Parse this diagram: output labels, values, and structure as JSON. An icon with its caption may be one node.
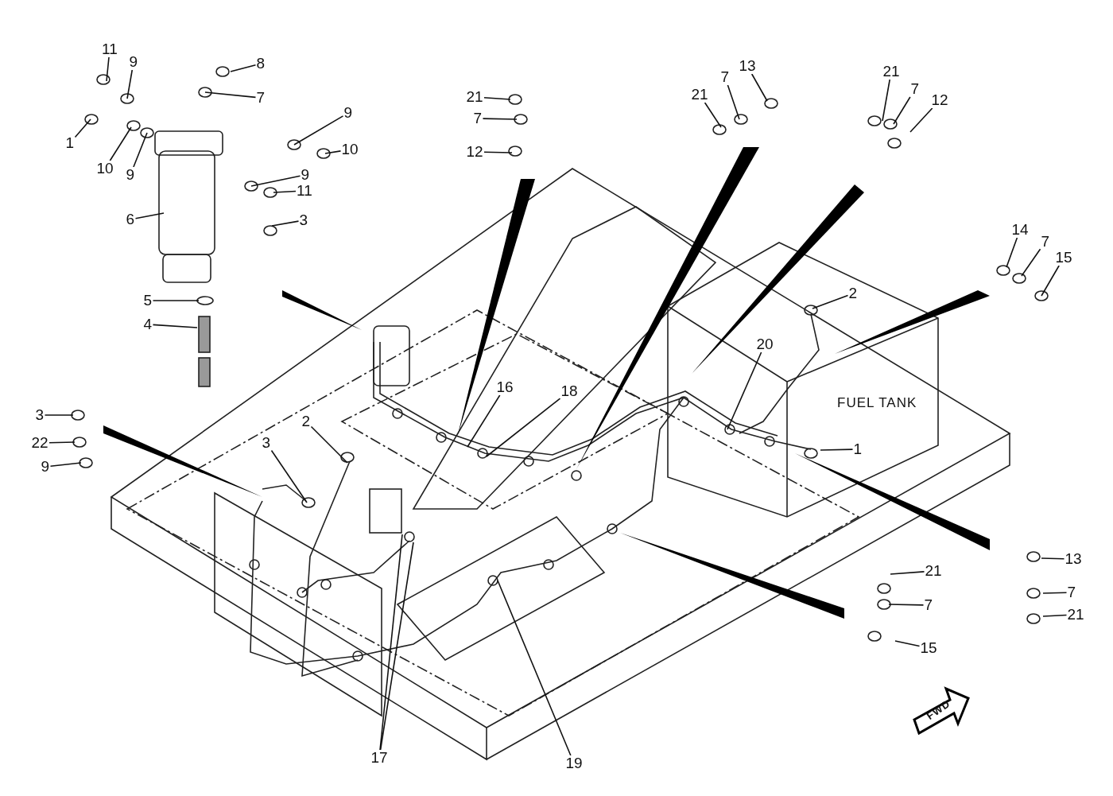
{
  "diagram": {
    "nodes": [
      {
        "text": [
          "11"
        ]
      },
      {
        "text": [
          "9"
        ]
      },
      {
        "text": [
          "8"
        ]
      },
      {
        "text": [
          "7"
        ]
      },
      {
        "text": [
          "1"
        ]
      },
      {
        "text": [
          "10"
        ]
      },
      {
        "text": [
          "9"
        ]
      },
      {
        "text": [
          "9"
        ]
      },
      {
        "text": [
          "10"
        ]
      },
      {
        "text": [
          "9"
        ]
      },
      {
        "text": [
          "11"
        ]
      },
      {
        "text": [
          "3"
        ]
      },
      {
        "text": [
          "6"
        ]
      },
      {
        "text": [
          "5"
        ]
      },
      {
        "text": [
          "4"
        ]
      },
      {
        "text": [
          "3"
        ]
      },
      {
        "text": [
          "22"
        ]
      },
      {
        "text": [
          "9"
        ]
      },
      {
        "text": [
          "3"
        ]
      },
      {
        "text": [
          "2"
        ]
      },
      {
        "text": [
          "16"
        ]
      },
      {
        "text": [
          "18"
        ]
      },
      {
        "text": [
          "17"
        ]
      },
      {
        "text": [
          "19"
        ]
      },
      {
        "text": [
          "20"
        ]
      },
      {
        "text": [
          "2"
        ]
      },
      {
        "text": [
          "1"
        ]
      },
      {
        "text": [
          "21"
        ]
      },
      {
        "text": [
          "7"
        ]
      },
      {
        "text": [
          "12"
        ]
      },
      {
        "text": [
          "21"
        ]
      },
      {
        "text": [
          "7"
        ]
      },
      {
        "text": [
          "13"
        ]
      },
      {
        "text": [
          "21"
        ]
      },
      {
        "text": [
          "7"
        ]
      },
      {
        "text": [
          "12"
        ]
      },
      {
        "text": [
          "14"
        ]
      },
      {
        "text": [
          "7"
        ]
      },
      {
        "text": [
          "15"
        ]
      },
      {
        "text": [
          "13"
        ]
      },
      {
        "text": [
          "7"
        ]
      },
      {
        "text": [
          "21"
        ]
      },
      {
        "text": [
          "21"
        ]
      },
      {
        "text": [
          "7"
        ]
      },
      {
        "text": [
          "15"
        ]
      }
    ],
    "edges": [
      {
        "from": 0,
        "to": null,
        "arrow": "none"
      },
      {
        "from": 1,
        "to": null,
        "arrow": "none"
      },
      {
        "from": 2,
        "to": null,
        "arrow": "none"
      },
      {
        "from": 3,
        "to": null,
        "arrow": "none"
      },
      {
        "from": 4,
        "to": null,
        "arrow": "none"
      },
      {
        "from": 5,
        "to": null,
        "arrow": "none"
      },
      {
        "from": 6,
        "to": null,
        "arrow": "none"
      },
      {
        "from": 7,
        "to": null,
        "arrow": "none"
      },
      {
        "from": 8,
        "to": null,
        "arrow": "none"
      },
      {
        "from": 9,
        "to": null,
        "arrow": "none"
      },
      {
        "from": 10,
        "to": null,
        "arrow": "none"
      },
      {
        "from": 11,
        "to": null,
        "arrow": "none"
      },
      {
        "from": 12,
        "to": null,
        "arrow": "none"
      },
      {
        "from": 13,
        "to": null,
        "arrow": "none"
      },
      {
        "from": 14,
        "to": null,
        "arrow": "none"
      },
      {
        "from": 15,
        "to": null,
        "arrow": "none"
      },
      {
        "from": 16,
        "to": null,
        "arrow": "none"
      },
      {
        "from": 17,
        "to": null,
        "arrow": "none"
      },
      {
        "from": 18,
        "to": null,
        "arrow": "none"
      },
      {
        "from": 19,
        "to": null,
        "arrow": "none"
      },
      {
        "from": 20,
        "to": null,
        "arrow": "none"
      },
      {
        "from": 21,
        "to": null,
        "arrow": "none"
      },
      {
        "from": 22,
        "to": null,
        "arrow": "none"
      },
      {
        "from": 22,
        "to": null,
        "arrow": "none"
      },
      {
        "from": 23,
        "to": null,
        "arrow": "none"
      },
      {
        "from": 24,
        "to": null,
        "arrow": "none"
      },
      {
        "from": 25,
        "to": null,
        "arrow": "none"
      },
      {
        "from": 26,
        "to": null,
        "arrow": "none"
      },
      {
        "from": 27,
        "to": null,
        "arrow": "none"
      },
      {
        "from": 28,
        "to": null,
        "arrow": "none"
      },
      {
        "from": 29,
        "to": null,
        "arrow": "none"
      },
      {
        "from": 30,
        "to": null,
        "arrow": "none"
      },
      {
        "from": 31,
        "to": null,
        "arrow": "none"
      },
      {
        "from": 32,
        "to": null,
        "arrow": "none"
      },
      {
        "from": 33,
        "to": null,
        "arrow": "none"
      },
      {
        "from": 34,
        "to": null,
        "arrow": "none"
      },
      {
        "from": 35,
        "to": null,
        "arrow": "none"
      },
      {
        "from": 36,
        "to": null,
        "arrow": "none"
      },
      {
        "from": 37,
        "to": null,
        "arrow": "none"
      },
      {
        "from": 38,
        "to": null,
        "arrow": "none"
      },
      {
        "from": 39,
        "to": null,
        "arrow": "none"
      },
      {
        "from": 40,
        "to": null,
        "arrow": "none"
      },
      {
        "from": 41,
        "to": null,
        "arrow": "none"
      },
      {
        "from": 42,
        "to": null,
        "arrow": "none"
      },
      {
        "from": 43,
        "to": null,
        "arrow": "none"
      },
      {
        "from": 44,
        "to": null,
        "arrow": "none"
      }
    ],
    "labels": [
      "FUEL TANK",
      "FWD"
    ]
  }
}
